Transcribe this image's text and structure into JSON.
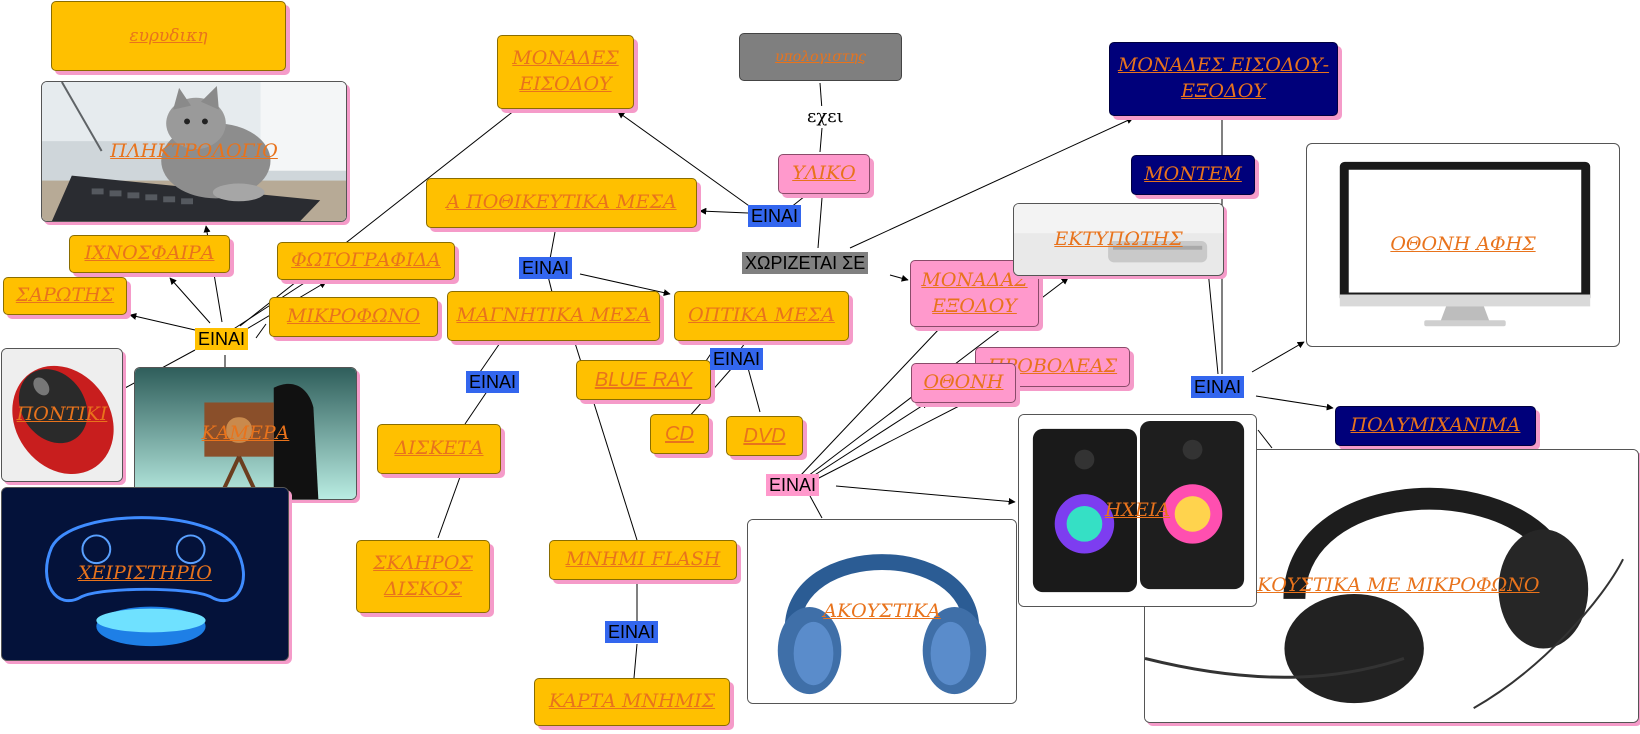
{
  "nodes": {
    "eurydiki": "ευρυδικη",
    "monades_eisodou_top": "ΜΟΝΑΔΕΣ ΕΙΣΟΔΟΥ",
    "ylika_top": "υπολογιστης",
    "monades_eisodou_exodou": "ΜΟΝΑΔΕΣ ΕΙΣΟΔΟΥ-  ΕΞΟΔΟΥ",
    "pliktrologio": "ΠΛΗΚΤΡΟΛΟΓΙΟ",
    "yliko": "ΥΛΙΚΟ",
    "modem": "ΜΟΝΤΕΜ",
    "apothikeutika": "Α ΠΟΘΙΚΕΥΤΙΚΑ  ΜΕΣΑ",
    "ektypotis": "ΕΚΤΥΠΩΤΗΣ",
    "othoni_afis": "ΟΘΟΝΗ  ΑΦΗΣ",
    "ichnosfaira": "ΙΧΝΟΣΦΑΙΡΑ",
    "fotografida": "ΦΩΤΟΓΡΑΦΙΔΑ",
    "sarotis": "ΣΑΡΩΤΗΣ",
    "mikrofono": "ΜΙΚΡΟΦΩΝΟ",
    "magnitika": "ΜΑΓΝΗΤΙΚΑ  ΜΕΣΑ",
    "optika": "ΟΠΤΙΚΑ  ΜΕΣΑ",
    "monadas_exodou": "ΜΟΝΑΔΑΣ ΕΞΟΔΟΥ",
    "provoleas": "ΠΡΟΒΟΛΕΑΣ",
    "othoni": "ΟΘΟΝΗ",
    "pontiki": "ΠΟΝΤΙΚΙ",
    "kamera": "ΚΑΜΕΡΑ",
    "blue_ray": "BLUE RAY",
    "cd": "CD",
    "dvd": "DVD",
    "polymixanima": "ΠΟΛΥΜΙΧΑΝΙΜΑ",
    "disketa": "ΔΙΣΚΕΤΑ",
    "ixeia": "ΗΧΕΙΑ",
    "xeiristirio": "ΧΕΙΡΙΣΤΗΡΙΟ",
    "sklyros_diskos": "ΣΚΛΗΡΟΣ ΔΙΣΚΟΣ",
    "mnimi_flash": "ΜΝΗΜΙ FLASH",
    "akoustika": "ΑΚΟΥΣΤΙΚΑ",
    "akoustika_mikrofono": "ΑΚΟΥΣΤΙΚΑ ΜΕ ΜΙΚΡΟΦΩΝΟ",
    "karta_mnimis": "ΚΑΡΤΑ  ΜΝΗΜΙΣ"
  },
  "links": {
    "exei": "εχει",
    "xorizetai": "ΧΩΡΙΖΕΤΑΙ ΣΕ",
    "einai": "ΕΙΝΑΙ"
  },
  "colors": {
    "yellow": "#ffc000",
    "pink": "#ff99cc",
    "navy": "#00007a",
    "gray": "#7f7f7f",
    "blue_label": "#3366ee",
    "node_text": "#e8731c"
  }
}
